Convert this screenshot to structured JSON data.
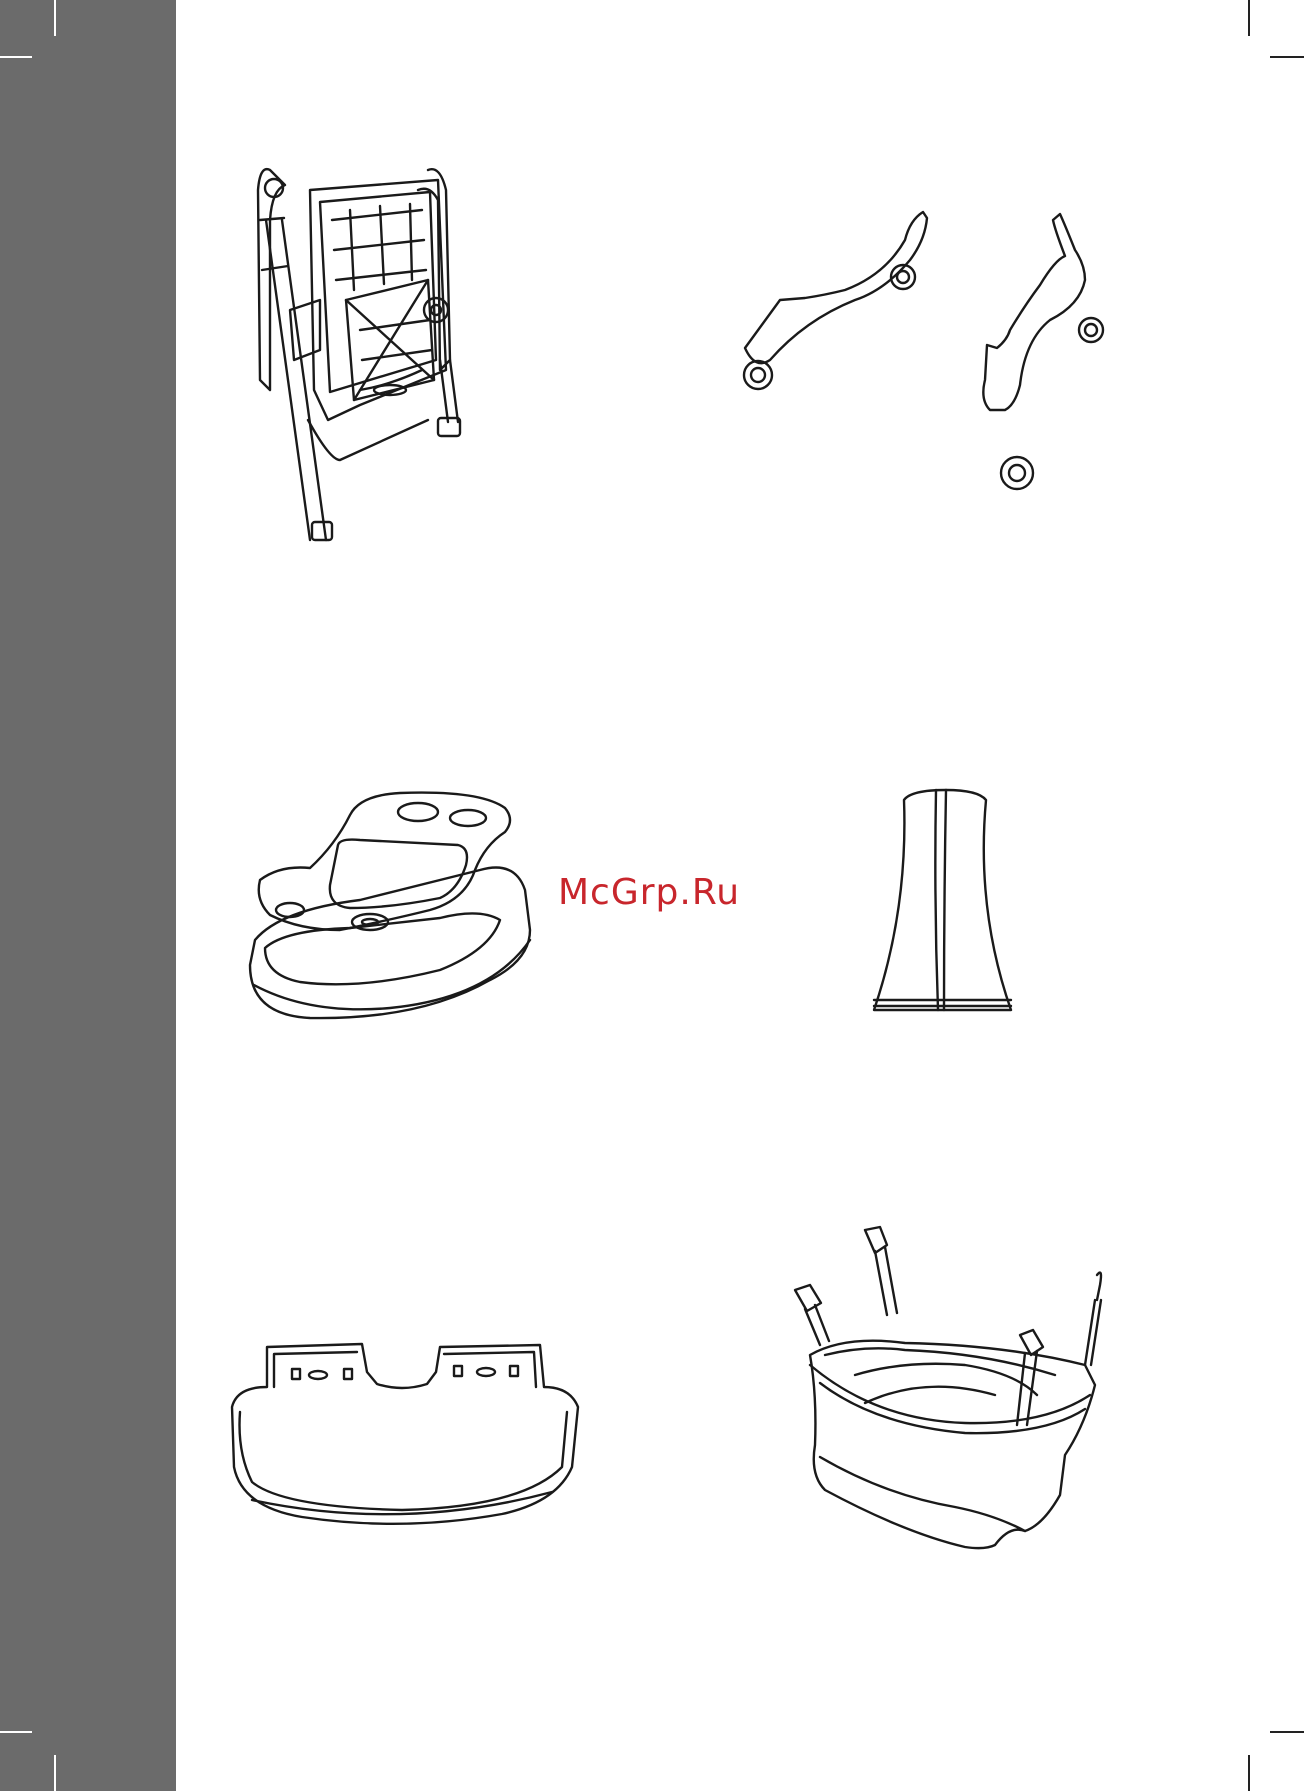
{
  "page": {
    "background": "#ffffff",
    "sidebar_color": "#6b6b6b"
  },
  "watermark": {
    "text": "McGrp.Ru",
    "color": "#c8262c"
  },
  "figures": [
    {
      "name": "folded-high-chair"
    },
    {
      "name": "rear-wheel-legs"
    },
    {
      "name": "double-food-tray"
    },
    {
      "name": "seat-post-cover"
    },
    {
      "name": "tray-insert"
    },
    {
      "name": "shopping-basket"
    }
  ]
}
